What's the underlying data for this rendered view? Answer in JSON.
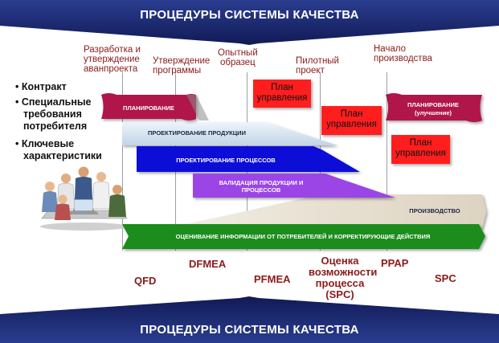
{
  "banner": {
    "top_title": "ПРОЦЕДУРЫ СИСТЕМЫ КАЧЕСТВА",
    "bottom_title": "ПРОЦЕДУРЫ СИСТЕМЫ КАЧЕСТВА",
    "color": "#1b2a6e"
  },
  "phases": {
    "dev_line1": "Разработка и",
    "dev_line2": "утверждение",
    "dev_line3": "аванпроекта",
    "approve_line1": "Утверждение",
    "approve_line2": "программы",
    "proto_line1": "Опытный",
    "proto_line2": "образец",
    "pilot_line1": "Пилотный",
    "pilot_line2": "проект",
    "start_line1": "Начало",
    "start_line2": "производства"
  },
  "bullets": {
    "b1": "• Контракт",
    "b2_line1": "• Специальные",
    "b2_line2": "требования",
    "b2_line3": "потребителя",
    "b3_line1": "• Ключевые",
    "b3_line2": "характеристики"
  },
  "bars": {
    "planning": "ПЛАНИРОВАНИЕ",
    "product_design": "ПРОЕКТИРОВАНИЕ ПРОДУКЦИИ",
    "process_design": "ПРОЕКТИРОВАНИЕ ПРОЦЕССОВ",
    "validation_line1": "ВАЛИДАЦИЯ ПРОДУКЦИИ И",
    "validation_line2": "ПРОЦЕССОВ",
    "production": "ПРОИЗВОДСТВО",
    "feedback": "ОЦЕНИВАНИЕ ИНФОРМАЦИИ ОТ ПОТРЕБИТЕЛЕЙ И КОРРЕКТИРУЮЩИЕ ДЕЙСТВИЯ",
    "planning_improve_line1": "ПЛАНИРОВАНИЕ",
    "planning_improve_line2": "(улучшение)"
  },
  "control_plans": {
    "line1": "План",
    "line2": "управления"
  },
  "tools": {
    "qfd": "QFD",
    "dfmea": "DFMEA",
    "pfmea": "PFMEA",
    "capability_line1": "Оценка",
    "capability_line2": "возможности",
    "capability_line3": "процесса",
    "capability_line4": "(SPC)",
    "ppap": "PPAP",
    "spc": "SPC"
  },
  "colors": {
    "planning": "#b0174a",
    "product_design": "#d8e4f0",
    "process_design": "#1010d8",
    "validation": "#9b45e6",
    "production": "#ddd6c8",
    "feedback": "#1e8c1e",
    "control_plan": "#ff1e1e",
    "phase_text": "#8b1a1a"
  }
}
